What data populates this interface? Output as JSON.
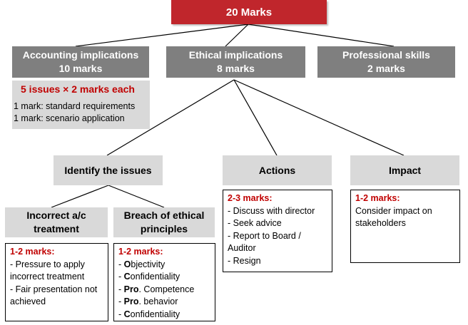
{
  "total": "20 Marks",
  "categories": {
    "accounting": {
      "title": "Accounting implications",
      "marks": "10 marks"
    },
    "ethical": {
      "title": "Ethical implications",
      "marks": "8 marks"
    },
    "professional": {
      "title": "Professional skills",
      "marks": "2 marks"
    }
  },
  "accounting_detail": {
    "issues": "5 issues × 2 marks each",
    "lines": [
      "1 mark: standard requirements",
      "1 mark: scenario application"
    ]
  },
  "ethical_branches": {
    "identify": "Identify the issues",
    "actions": "Actions",
    "impact": "Impact"
  },
  "issues": {
    "incorrect": {
      "line1": "Incorrect a/c",
      "line2": "treatment"
    },
    "breach": {
      "line1": "Breach of ethical",
      "line2": "principles"
    }
  },
  "incorrect_detail": {
    "header": "1-2 marks:",
    "lines": [
      "- Pressure to apply",
      "incorrect treatment",
      "- Fair presentation not",
      "achieved"
    ]
  },
  "breach_detail": {
    "header": "1-2 marks:",
    "items": [
      {
        "bold": "O",
        "rest": "bjectivity"
      },
      {
        "bold": "C",
        "rest": "onfidentiality"
      },
      {
        "bold": "Pro",
        "rest": ". Competence"
      },
      {
        "bold": "Pro",
        "rest": ". behavior"
      },
      {
        "bold": "C",
        "rest": "onfidentiality"
      }
    ]
  },
  "actions_detail": {
    "header": "2-3 marks:",
    "lines": [
      "- Discuss with director",
      "- Seek advice",
      "- Report to Board /",
      "Auditor",
      "- Resign"
    ]
  },
  "impact_detail": {
    "header": "1-2 marks:",
    "lines": [
      "Consider impact on",
      "stakeholders"
    ]
  },
  "colors": {
    "accent_red": "#c0262c",
    "header_red": "#c00000",
    "dark_gray": "#7f7f7f",
    "light_gray": "#d9d9d9"
  }
}
